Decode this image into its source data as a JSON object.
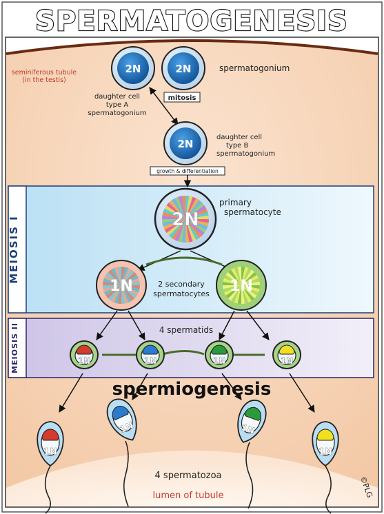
{
  "title": "SPERMATOGENESIS",
  "labels": {
    "tubule": [
      "seminiferous tubule",
      "(in the testis)"
    ],
    "spermatogonium": "spermatogonium",
    "daughter_a": [
      "daughter cell",
      "type A",
      "spermatogonium"
    ],
    "mitosis": "mitosis",
    "daughter_b": [
      "daughter cell",
      "type B",
      "spermatogonium"
    ],
    "growth": "growth & differentiation",
    "primary": [
      "primary",
      "spermatocyte"
    ],
    "secondary": [
      "2 secondary",
      "spermatocytes"
    ],
    "spermatids": "4 spermatids",
    "spermiogenesis": "spermiogenesis",
    "spermatozoa": "4 spermatozoa",
    "lumen": "lumen of tubule",
    "credit": "©PLG"
  },
  "bands": {
    "meiosis1": "MEIOSIS I",
    "meiosis2": "MEIOSIS II"
  },
  "cells": {
    "spermatogonium_a": "2N",
    "spermatogonium_b": "2N",
    "daughter_b": "2N",
    "primary": "2N",
    "secondary_left": "1N",
    "secondary_right": "1N",
    "spermatid_1": "1N",
    "spermatid_2": "1N",
    "spermatid_3": "1N",
    "spermatid_4": "1N",
    "sperm_1": "1N",
    "sperm_4": "1N"
  },
  "colors": {
    "tubule_wall": "#f6d8bd",
    "nucleus_blue": "#1e6fb8",
    "meiosis1_band": "#d6ecf8",
    "meiosis2_band": "#e1dbef",
    "cap_red": "#d63a2b",
    "cap_blue": "#2b7bd1",
    "cap_green": "#2a9a3a",
    "cap_yellow": "#f0e020",
    "lumen_text": "#c0392b"
  }
}
